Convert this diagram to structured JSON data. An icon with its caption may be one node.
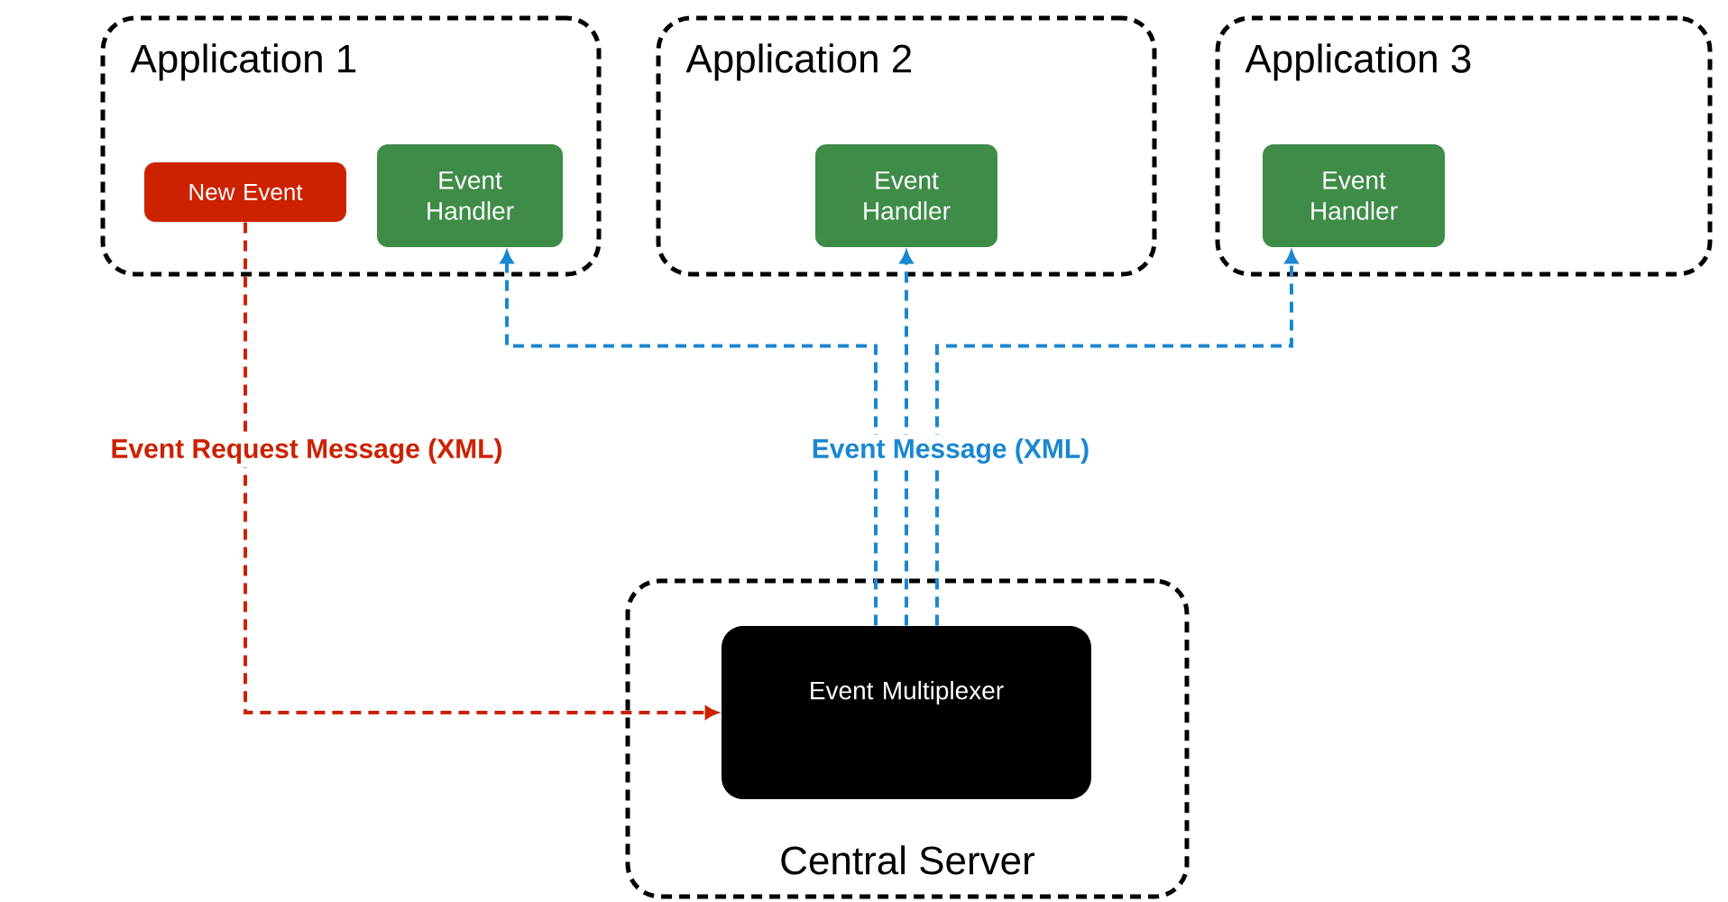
{
  "diagram": {
    "nodes": [
      {
        "text": [
          "Application 1"
        ]
      },
      {
        "text": [
          "New Event"
        ],
        "in": 0
      },
      {
        "text": [
          "Event Handler"
        ],
        "in": 0
      },
      {
        "text": [
          "Application 2"
        ]
      },
      {
        "text": [
          "Event Handler"
        ],
        "in": 3
      },
      {
        "text": [
          "Application 3"
        ]
      },
      {
        "text": [
          "Event Handler"
        ],
        "in": 5
      },
      {
        "text": [
          "Central Server"
        ]
      },
      {
        "text": [
          "Event Multiplexer"
        ],
        "in": 7
      }
    ],
    "edges": [
      {
        "from": 1,
        "to": 8,
        "arrow": "to",
        "style": "dashed",
        "color": "#cc2200",
        "label": "Event Request Message (XML)"
      },
      {
        "from": 8,
        "to": 2,
        "arrow": "to",
        "style": "dashed"
      },
      {
        "from": 8,
        "to": 4,
        "arrow": "to",
        "style": "dashed",
        "label": "Event Message (XML)"
      },
      {
        "from": 8,
        "to": 6,
        "arrow": "to",
        "style": "dashed"
      }
    ]
  }
}
